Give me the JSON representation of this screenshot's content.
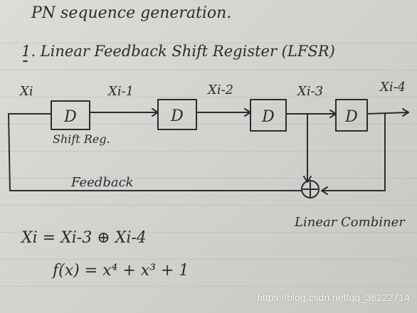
{
  "heading": "PN sequence generation.",
  "subheading": "1. Linear Feedback Shift Register (LFSR)",
  "signals": {
    "input": "Xi",
    "stage1_out": "Xi-1",
    "stage2_out": "Xi-2",
    "stage3_out": "Xi-3",
    "stage4_out": "Xi-4"
  },
  "register_label": "D",
  "labels": {
    "shift_reg": "Shift Reg.",
    "feedback": "Feedback",
    "combiner": "Linear Combiner",
    "xor_symbol": "+"
  },
  "equations": {
    "recurrence": "Xi = Xi-3 ⊕ Xi-4",
    "polynomial": "f(x) = x⁴ + x³ + 1"
  },
  "watermark": "https://blog.csdn.net/qq_36222714",
  "colors": {
    "ink": "#2a2c33",
    "paper": "#d8d6d1",
    "rule": "#a0aab9"
  }
}
